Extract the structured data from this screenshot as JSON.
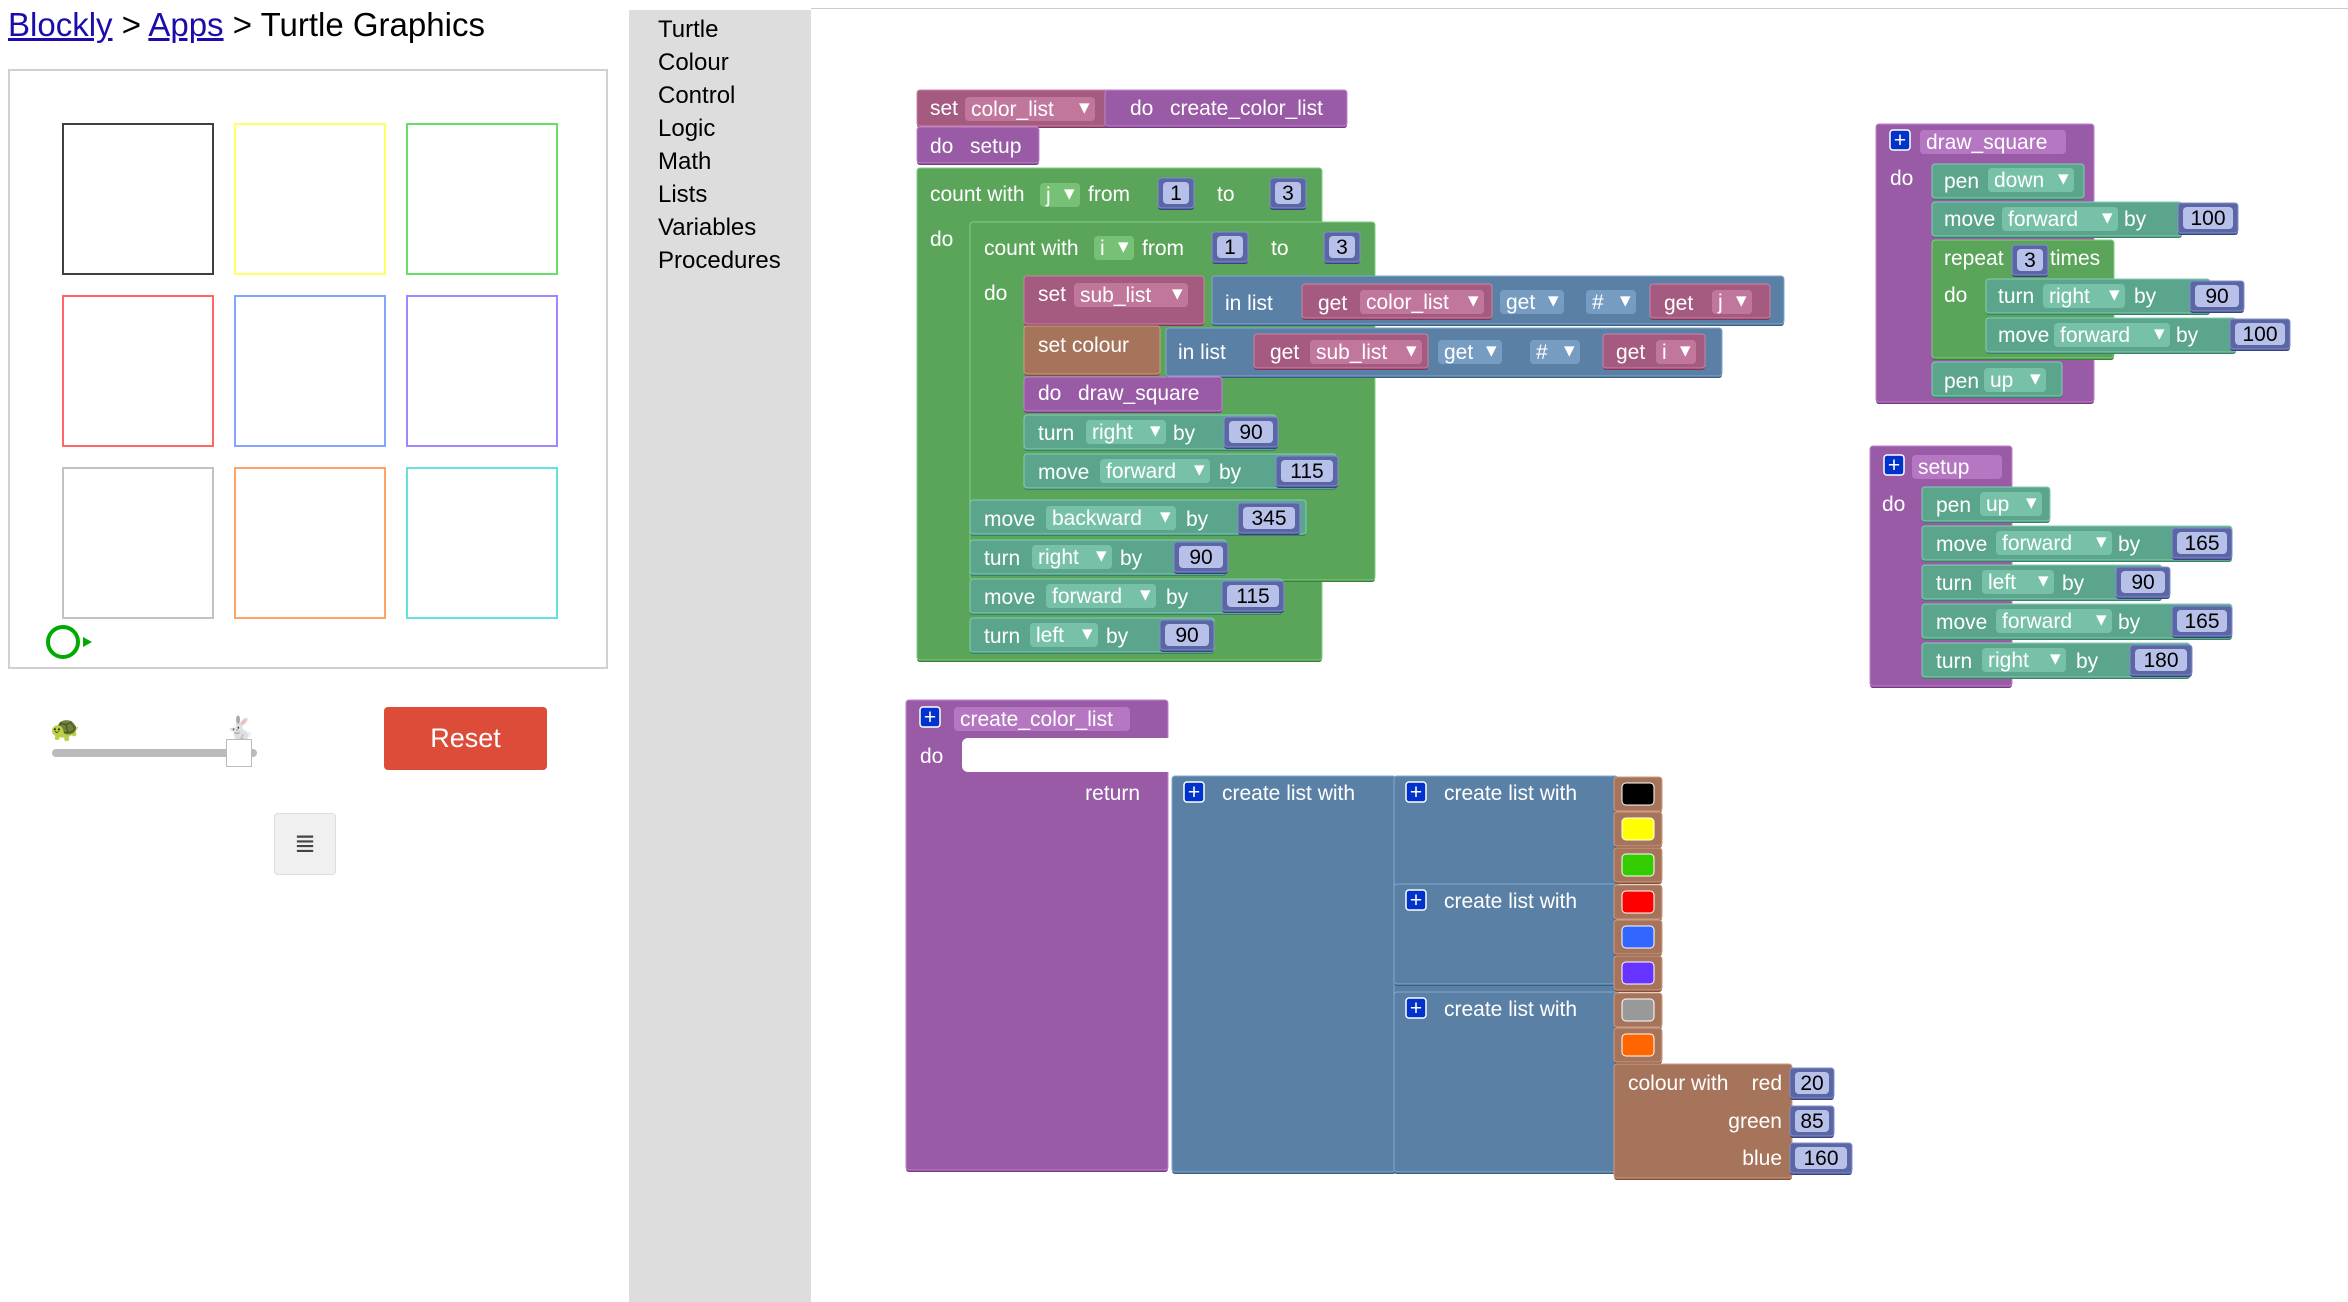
{
  "breadcrumb": {
    "home": "Blockly",
    "sep1": ">",
    "apps": "Apps",
    "sep2": ">",
    "page": "Turtle Graphics"
  },
  "controls": {
    "reset_label": "Reset",
    "slow_icon": "turtle-icon",
    "fast_icon": "rabbit-icon",
    "speed_level": 0.98,
    "code_icon": "code-lines-icon"
  },
  "turtle_canvas": {
    "square_colors": [
      "#000000",
      "#ffff00",
      "#00cc00",
      "#ff0000",
      "#3366ff",
      "#6633ff",
      "#999999",
      "#ff6600",
      "#00cccc"
    ],
    "turtle_color": "#00aa00"
  },
  "toolbox": {
    "categories": [
      "Turtle",
      "Colour",
      "Control",
      "Logic",
      "Math",
      "Lists",
      "Variables",
      "Procedures"
    ]
  },
  "colors": {
    "variables": "#a55b80",
    "procedures": "#995ba5",
    "loops": "#5ba55b",
    "turtle": "#5ba58c",
    "lists": "#5b80a5",
    "math": "#5b67a5",
    "colour": "#a5745b"
  },
  "blocks": {
    "set": "set",
    "color_list": "color_list",
    "do": "do",
    "create_color_list": "create_color_list",
    "setup": "setup",
    "count_with": "count with",
    "j": "j",
    "i": "i",
    "from": "from",
    "to": "to",
    "n1": "1",
    "n3": "3",
    "sub_list": "sub_list",
    "in_list": "in list",
    "get": "get",
    "hash": "#",
    "set_colour": "set colour",
    "draw_square": "draw_square",
    "turn": "turn",
    "right": "right",
    "left": "left",
    "by": "by",
    "move": "move",
    "forward": "forward",
    "backward": "backward",
    "n90": "90",
    "n115": "115",
    "n345": "345",
    "pen": "pen",
    "down": "down",
    "up": "up",
    "n100": "100",
    "repeat": "repeat",
    "times": "times",
    "n165": "165",
    "n180": "180",
    "return": "return",
    "create_list_with": "create list with",
    "colour_with": "colour with",
    "red": "red",
    "green": "green",
    "blue": "blue",
    "n20": "20",
    "n85": "85",
    "n160": "160",
    "swatches": [
      "#000000",
      "#ffff00",
      "#33cc00",
      "#ff0000",
      "#3366ff",
      "#6633ff",
      "#999999",
      "#ff6600"
    ]
  }
}
